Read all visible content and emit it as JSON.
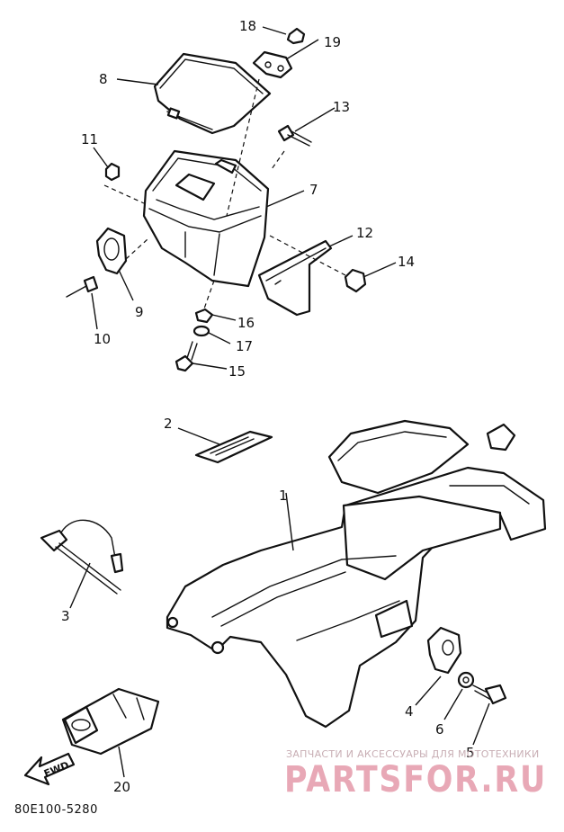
{
  "diagram": {
    "drawing_code": "80E100-5280",
    "forward_marker": "FWD",
    "callouts": [
      "1",
      "2",
      "3",
      "4",
      "5",
      "6",
      "7",
      "8",
      "9",
      "10",
      "11",
      "12",
      "13",
      "14",
      "15",
      "16",
      "17",
      "18",
      "19",
      "20"
    ],
    "parts": [
      "battery-cover",
      "battery-box",
      "battery-box-grommet",
      "wire-harness-pin",
      "nut-11",
      "bracket-19",
      "nut-18",
      "bolt-13",
      "battery-band",
      "nut-14",
      "nut-16",
      "washer-17",
      "bolt-15",
      "caution-label",
      "rear-fender",
      "rod-with-tether",
      "damper-4",
      "washer-6",
      "bolt-5",
      "coupler-20"
    ]
  },
  "watermark": {
    "tagline": "ЗАПЧАСТИ И АКСЕССУАРЫ ДЛЯ МОТОТЕХНИКИ",
    "brand": "PARTSFOR.RU"
  }
}
